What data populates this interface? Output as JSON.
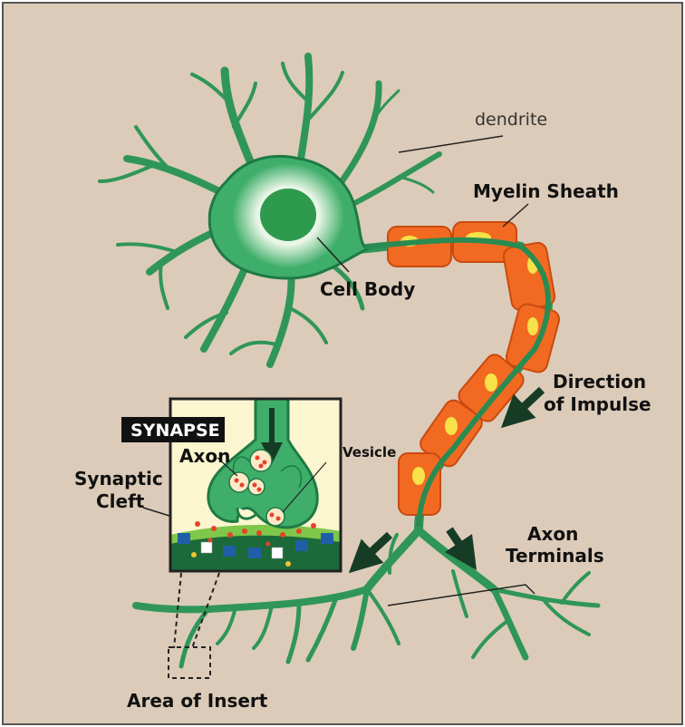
{
  "labels": {
    "dendrite": "dendrite",
    "myelin_sheath": "Myelin Sheath",
    "cell_body": "Cell Body",
    "direction_line1": "Direction",
    "direction_line2": "of Impulse",
    "synapse": "SYNAPSE",
    "axon": "Axon",
    "vesicle": "Vesicle",
    "synaptic_line1": "Synaptic",
    "synaptic_line2": "Cleft",
    "axon_terminals_line1": "Axon",
    "axon_terminals_line2": "Terminals",
    "area_of_insert": "Area of Insert"
  },
  "colors": {
    "background": "#dccbb9",
    "neuron_fill": "#3fae6a",
    "neuron_dark": "#1e7a45",
    "nucleus": "#2e9a4e",
    "cell_glow": "#e9f6e6",
    "myelin": "#f26a21",
    "myelin_highlight": "#f7e24a",
    "insert_bg": "#fbf6cf",
    "neurotransmitter": "#e8412a",
    "receptor": "#1f5fa8",
    "arrow": "#163c26"
  }
}
